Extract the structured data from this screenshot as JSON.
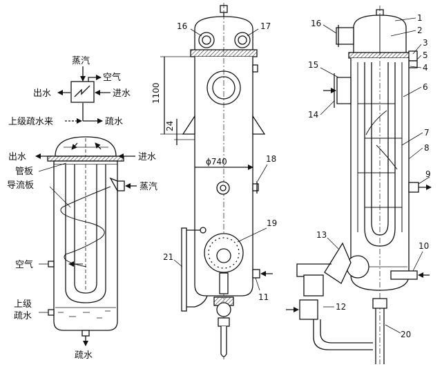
{
  "schematic": {
    "steam": "蒸汽",
    "air": "空气",
    "water_out": "出水",
    "water_in": "进水",
    "upper_drain": "上级疏水来",
    "drain": "疏水"
  },
  "section": {
    "water_out": "出水",
    "water_in": "进水",
    "tube_plate": "管板",
    "baffle": "导流板",
    "steam": "蒸汽",
    "air": "空气",
    "upper_drain_l1": "上级",
    "upper_drain_l2": "疏水",
    "drain": "疏水"
  },
  "front": {
    "dim_height": "1100",
    "dim_small": "24",
    "dim_diameter": "ϕ740",
    "labels": {
      "l16": "16",
      "l17": "17",
      "l18": "18",
      "l19": "19",
      "l21": "21",
      "l11": "11"
    }
  },
  "cutaway": {
    "labels": {
      "l1": "1",
      "l2": "2",
      "l3": "3",
      "l4": "4",
      "l5": "5",
      "l6": "6",
      "l7": "7",
      "l8": "8",
      "l9": "9",
      "l10": "10",
      "l12": "12",
      "l13": "13",
      "l14": "14",
      "l15": "15",
      "l16": "16",
      "l20": "20"
    }
  }
}
